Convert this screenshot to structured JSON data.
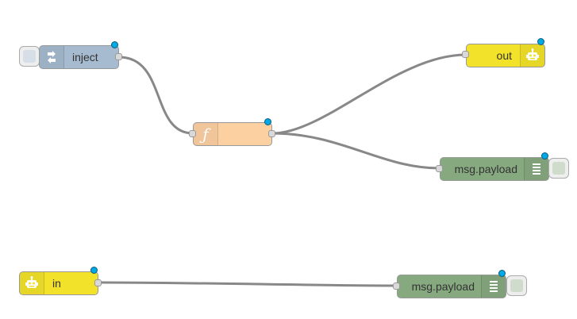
{
  "nodes": {
    "inject": {
      "label": "inject",
      "color": "#a6bbcf"
    },
    "function": {
      "label": "",
      "color": "#fdd0a2"
    },
    "out": {
      "label": "out",
      "color": "#f2e22a"
    },
    "debug1": {
      "label": "msg.payload",
      "color": "#87a980"
    },
    "in": {
      "label": "in",
      "color": "#f2e22a"
    },
    "debug2": {
      "label": "msg.payload",
      "color": "#87a980"
    }
  },
  "icons": {
    "inject": "inject-arrow-icon",
    "function": "function-icon",
    "mqtt": "robot-icon",
    "debug": "debug-list-icon"
  },
  "colors": {
    "wire": "#888888",
    "status": "#00a8e6"
  }
}
